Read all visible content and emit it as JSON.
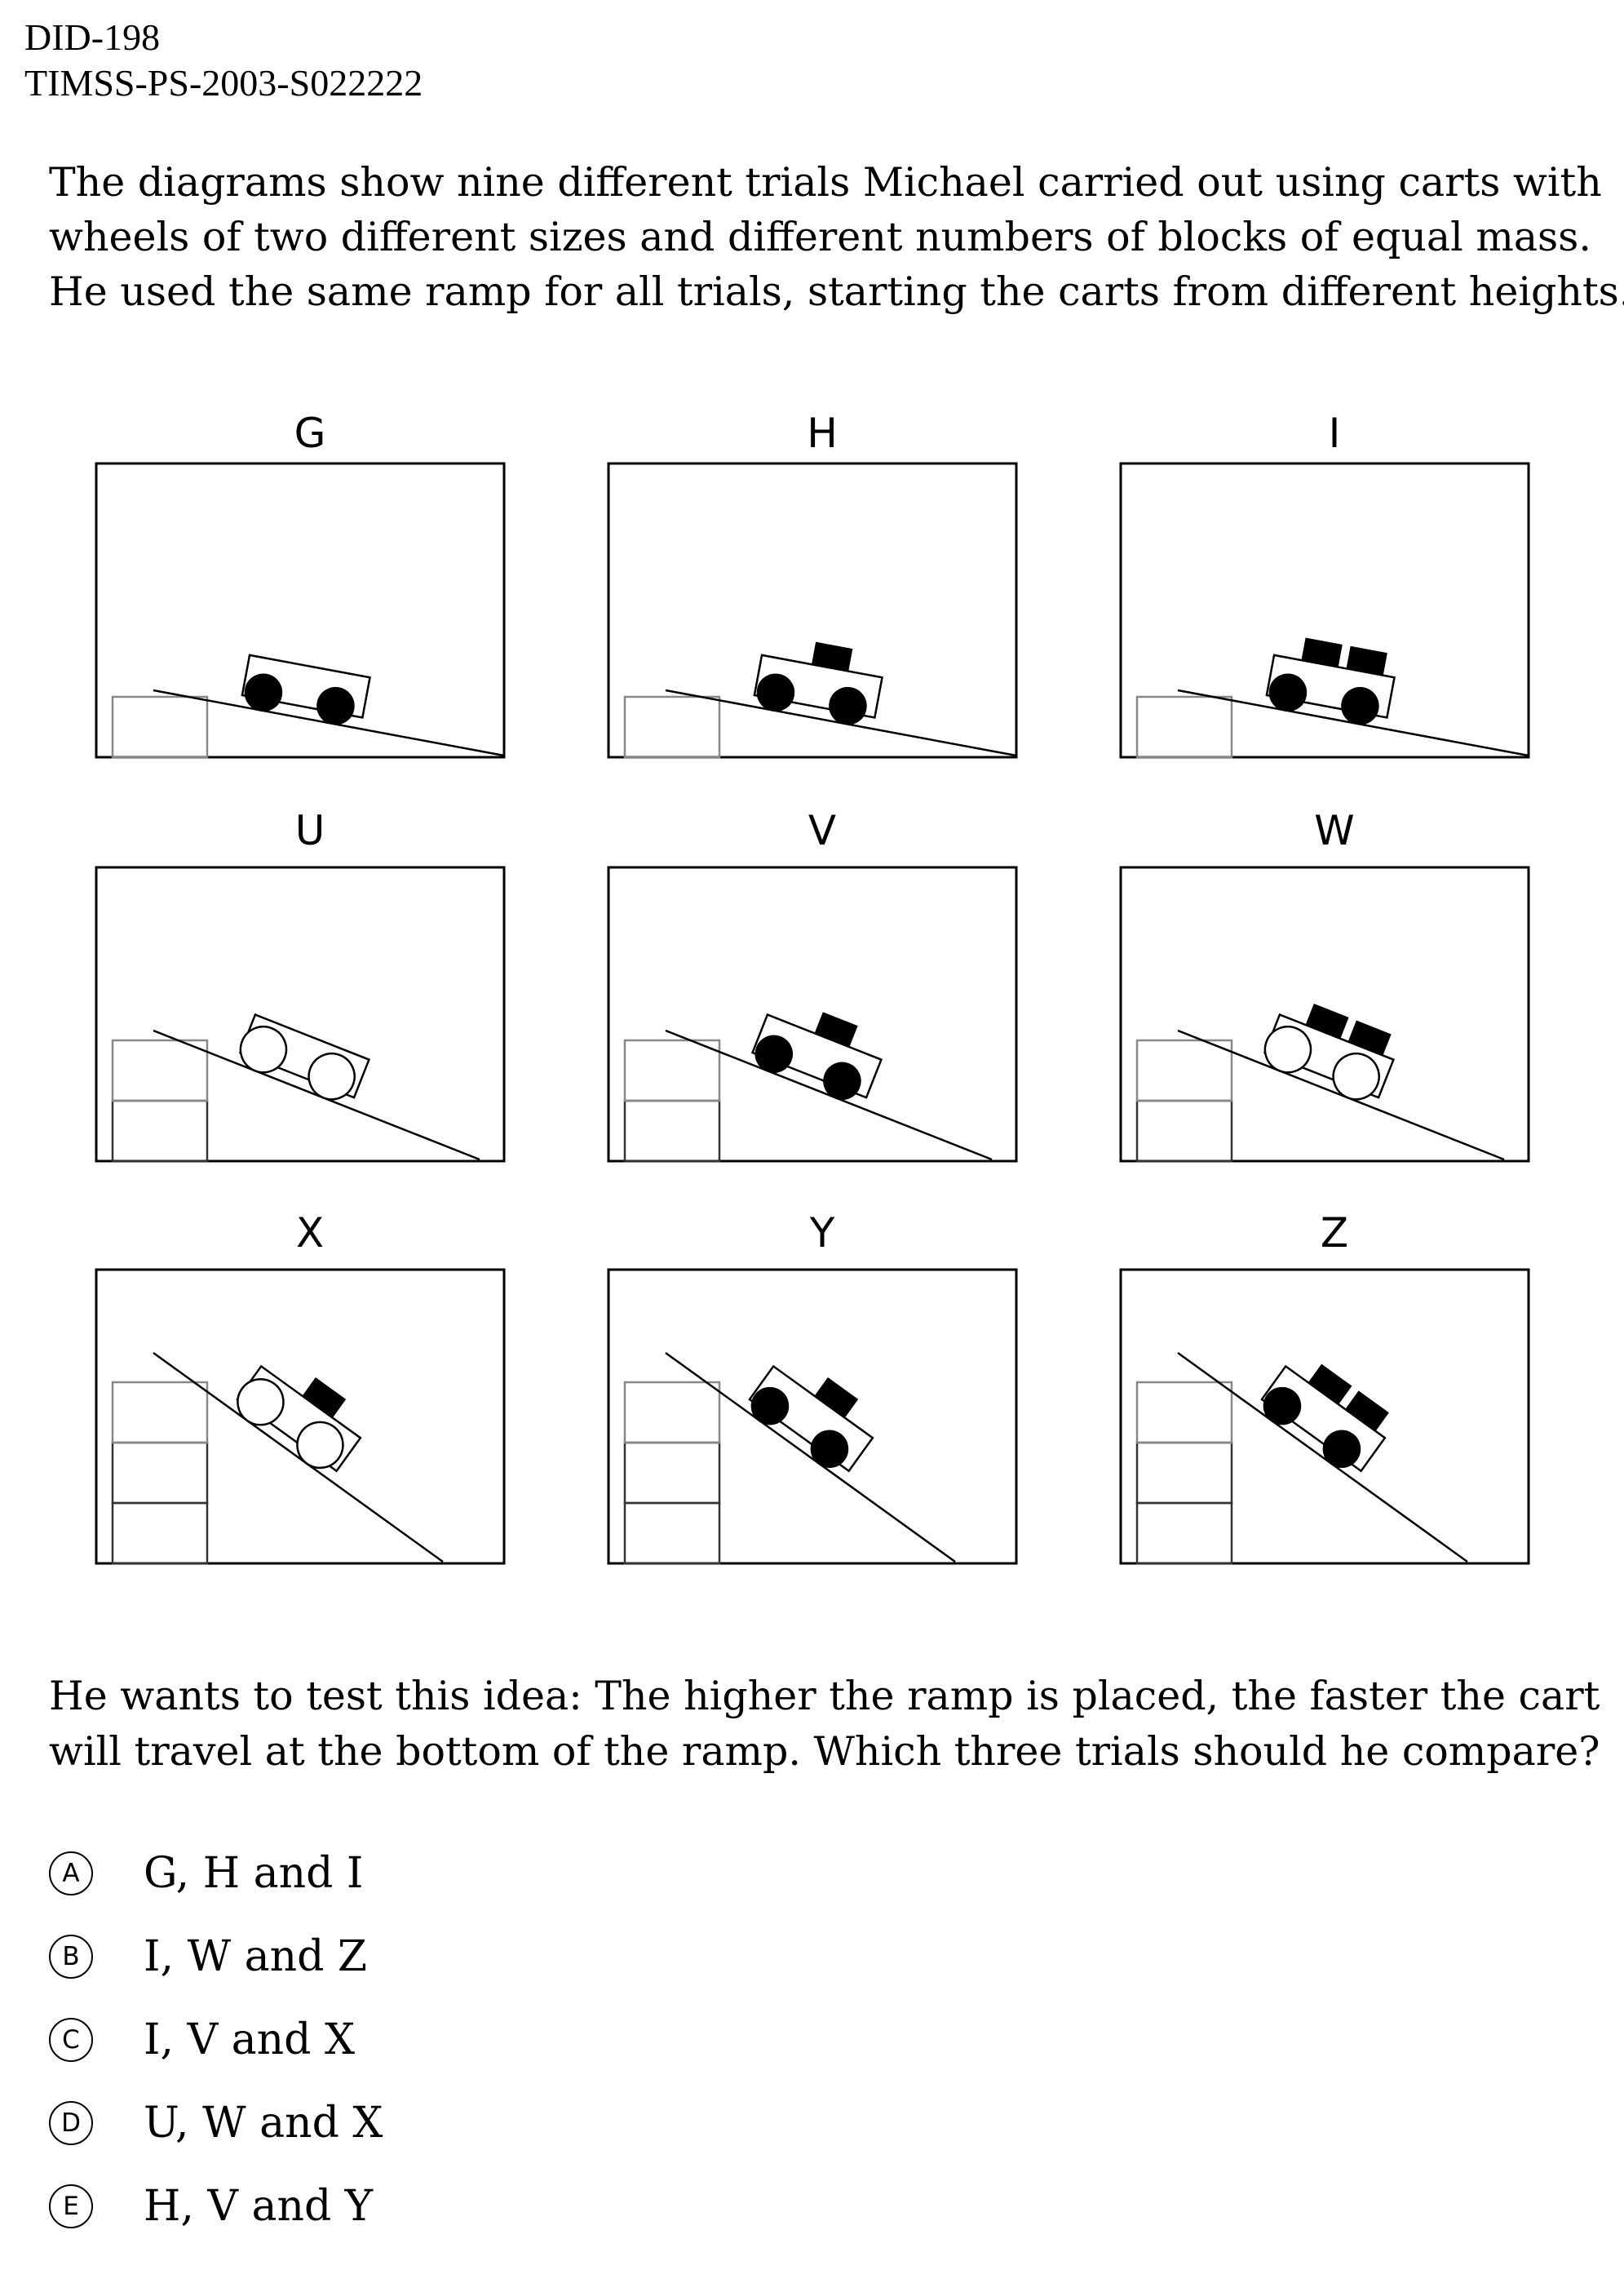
{
  "header": {
    "did": "DID-198",
    "code": "TIMSS-PS-2003-S022222"
  },
  "intro": {
    "line1": "The diagrams show nine different trials Michael carried out using carts with",
    "line2": "wheels of two different sizes and different numbers of blocks of equal mass.",
    "line3": "He used the same ramp for all trials, starting the carts from different heights."
  },
  "trials": [
    {
      "label": "G",
      "height_blocks": 1,
      "wheels": "small",
      "cargo_blocks": 0
    },
    {
      "label": "H",
      "height_blocks": 1,
      "wheels": "small",
      "cargo_blocks": 1
    },
    {
      "label": "I",
      "height_blocks": 1,
      "wheels": "small",
      "cargo_blocks": 2
    },
    {
      "label": "U",
      "height_blocks": 2,
      "wheels": "large",
      "cargo_blocks": 0
    },
    {
      "label": "V",
      "height_blocks": 2,
      "wheels": "small",
      "cargo_blocks": 1
    },
    {
      "label": "W",
      "height_blocks": 2,
      "wheels": "large",
      "cargo_blocks": 2
    },
    {
      "label": "X",
      "height_blocks": 3,
      "wheels": "large",
      "cargo_blocks": 1
    },
    {
      "label": "Y",
      "height_blocks": 3,
      "wheels": "small",
      "cargo_blocks": 1
    },
    {
      "label": "Z",
      "height_blocks": 3,
      "wheels": "small",
      "cargo_blocks": 2
    }
  ],
  "question": {
    "line1": "He wants to test this idea: The higher the ramp is placed, the faster the cart",
    "line2": "will travel at the bottom of the ramp. Which three trials should he compare?"
  },
  "options": [
    {
      "letter": "A",
      "text": "G, H and I"
    },
    {
      "letter": "B",
      "text": "I, W and Z"
    },
    {
      "letter": "C",
      "text": "I, V and X"
    },
    {
      "letter": "D",
      "text": "U, W and X"
    },
    {
      "letter": "E",
      "text": "H, V and Y"
    }
  ]
}
